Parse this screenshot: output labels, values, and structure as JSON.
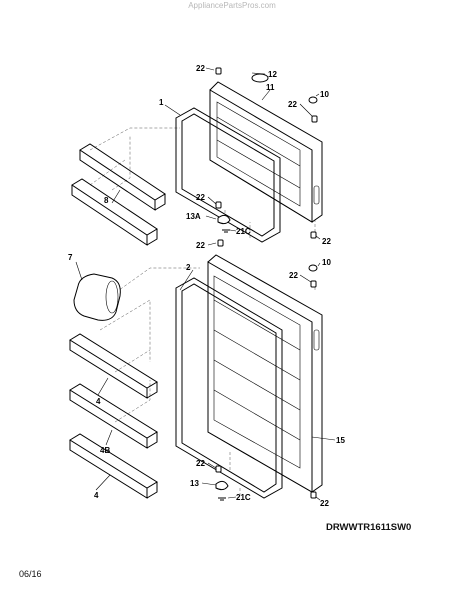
{
  "header": {
    "site_url": "AppliancePartsPros.com"
  },
  "diagram": {
    "callouts": {
      "c1": "1",
      "c2": "2",
      "c4a": "4",
      "c4b": "4",
      "c4B": "4B",
      "c7": "7",
      "c8": "8",
      "c10a": "10",
      "c10b": "10",
      "c11": "11",
      "c12": "12",
      "c13A": "13A",
      "c13": "13",
      "c15": "15",
      "c21Ca": "21C",
      "c21Cb": "21C",
      "c22a": "22",
      "c22b": "22",
      "c22c": "22",
      "c22d": "22",
      "c22e": "22",
      "c22f": "22",
      "c22g": "22",
      "c22h": "22"
    }
  },
  "footer": {
    "model_code": "DRWWTR1611SW0",
    "date": "06/16"
  }
}
